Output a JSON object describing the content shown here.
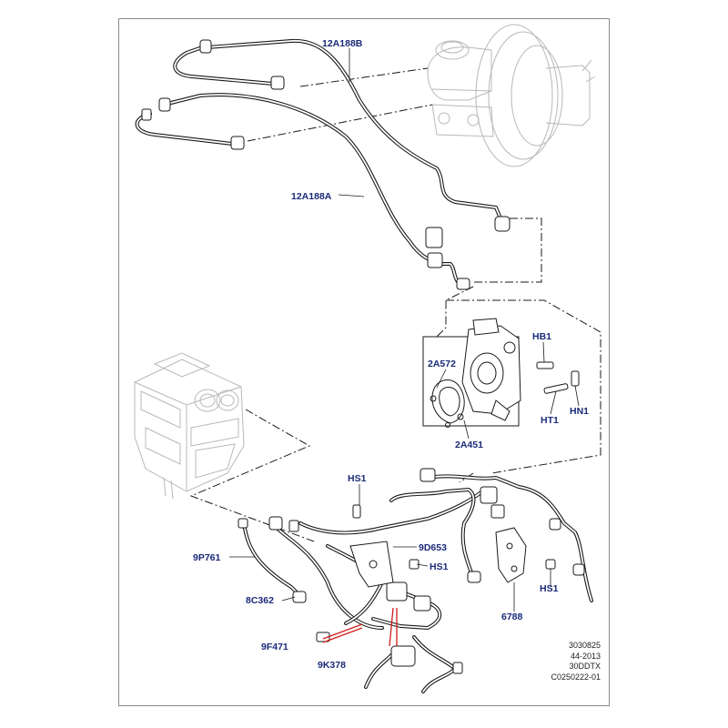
{
  "labels": {
    "l12A188B": "12A188B",
    "l12A188A": "12A188A",
    "lHB1": "HB1",
    "l2A572": "2A572",
    "lHT1": "HT1",
    "lHN1": "HN1",
    "l2A451": "2A451",
    "lHS1a": "HS1",
    "l9P761": "9P761",
    "l9D653": "9D653",
    "lHS1b": "HS1",
    "l8C362": "8C362",
    "lHS1c": "HS1",
    "l6788": "6788",
    "l9F471": "9F471",
    "l9K378": "9K378"
  },
  "info": {
    "line1": "3030825",
    "line2": "44-2013",
    "line3": "30DDTX",
    "line4": "C0250222-01"
  },
  "colors": {
    "label": "#1a2a78",
    "line": "#1a1a1a",
    "ghost": "#b8b8b8",
    "highlight": "#d11a1a"
  }
}
